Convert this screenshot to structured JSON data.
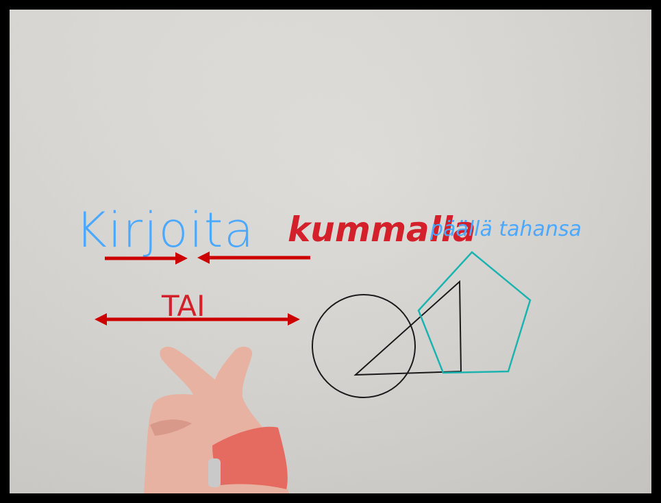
{
  "scene": {
    "description_free": true,
    "colors": {
      "frame": "#000000",
      "board": "#dddbd7",
      "blue_ink": "#4aa8ff",
      "red_ink": "#d4202a",
      "black_ink": "#1a1a1a",
      "teal_ink": "#1bb3b0",
      "arrow_red": "#cc0000",
      "skin": "#e7b2a2",
      "watch_band": "#e56a5f"
    }
  },
  "handwriting": {
    "word_1": "Kirjoita",
    "word_2": "kummalla",
    "word_3": "päällä tahansa",
    "word_4": "TAI"
  }
}
